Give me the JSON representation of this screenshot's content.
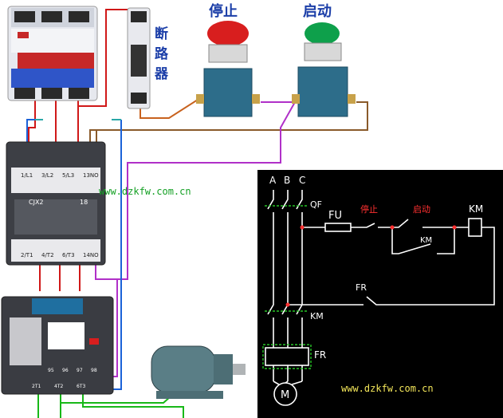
{
  "photo": {
    "breaker_label": "断路器",
    "stop_label": "停止",
    "start_label": "启动",
    "contactor_model": "CJX2",
    "contactor_rating": "18",
    "watermark": "www.dzkfw.com.cn",
    "contactor_terminals_top": [
      "1/L1",
      "3/L2",
      "5/L3",
      "13NO"
    ],
    "contactor_terminals_bottom": [
      "2/T1",
      "4/T2",
      "6/T3",
      "14NO"
    ],
    "relay_terminals_top": [
      "95",
      "96",
      "97",
      "98"
    ],
    "relay_terminals_bottom": [
      "2T1",
      "4T2",
      "6T3"
    ]
  },
  "schematic": {
    "phases": [
      "A",
      "B",
      "C"
    ],
    "qf": "QF",
    "fu": "FU",
    "stop": "停止",
    "start": "启动",
    "km_coil": "KM",
    "km_aux": "KM",
    "fr_contact": "FR",
    "km_main": "KM",
    "fr_heater": "FR",
    "motor": "M",
    "watermark": "www.dzkfw.com.cn"
  },
  "colors": {
    "red_wire": "#d01818",
    "orange_wire": "#c8621e",
    "brown_wire": "#8a5a2a",
    "purple_wire": "#b030c8",
    "blue_wire": "#1b62d8",
    "green_wire": "#18b818",
    "teal_wire": "#2aa7a7",
    "schematic_bg": "#000000",
    "schematic_line": "#ffffff",
    "schematic_accent": "#ff3030",
    "schematic_dash": "#27c427"
  }
}
